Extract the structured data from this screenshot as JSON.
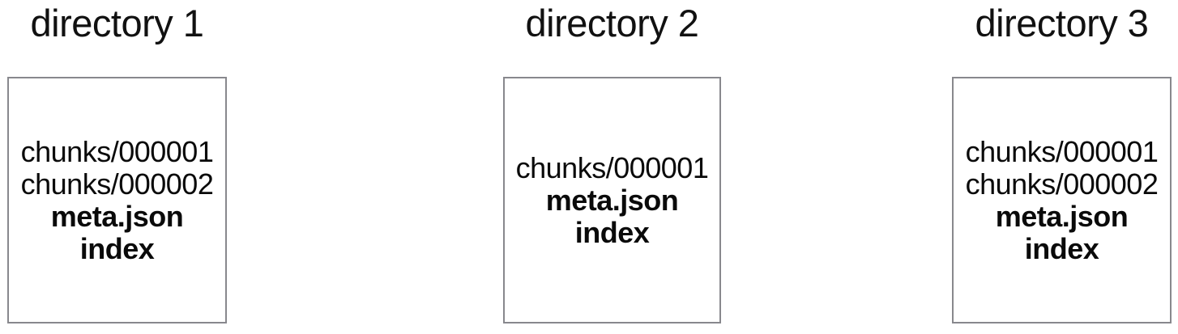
{
  "diagram": {
    "colors": {
      "background": "#ffffff",
      "box_border": "#88888d",
      "text": "#0a0a0a"
    },
    "directories": [
      {
        "title": "directory 1",
        "files": [
          {
            "name": "chunks/000001",
            "bold": false
          },
          {
            "name": "chunks/000002",
            "bold": false
          },
          {
            "name": "meta.json",
            "bold": true
          },
          {
            "name": "index",
            "bold": true
          }
        ]
      },
      {
        "title": "directory 2",
        "files": [
          {
            "name": "chunks/000001",
            "bold": false
          },
          {
            "name": "meta.json",
            "bold": true
          },
          {
            "name": "index",
            "bold": true
          }
        ]
      },
      {
        "title": "directory 3",
        "files": [
          {
            "name": "chunks/000001",
            "bold": false
          },
          {
            "name": "chunks/000002",
            "bold": false
          },
          {
            "name": "meta.json",
            "bold": true
          },
          {
            "name": "index",
            "bold": true
          }
        ]
      }
    ]
  }
}
